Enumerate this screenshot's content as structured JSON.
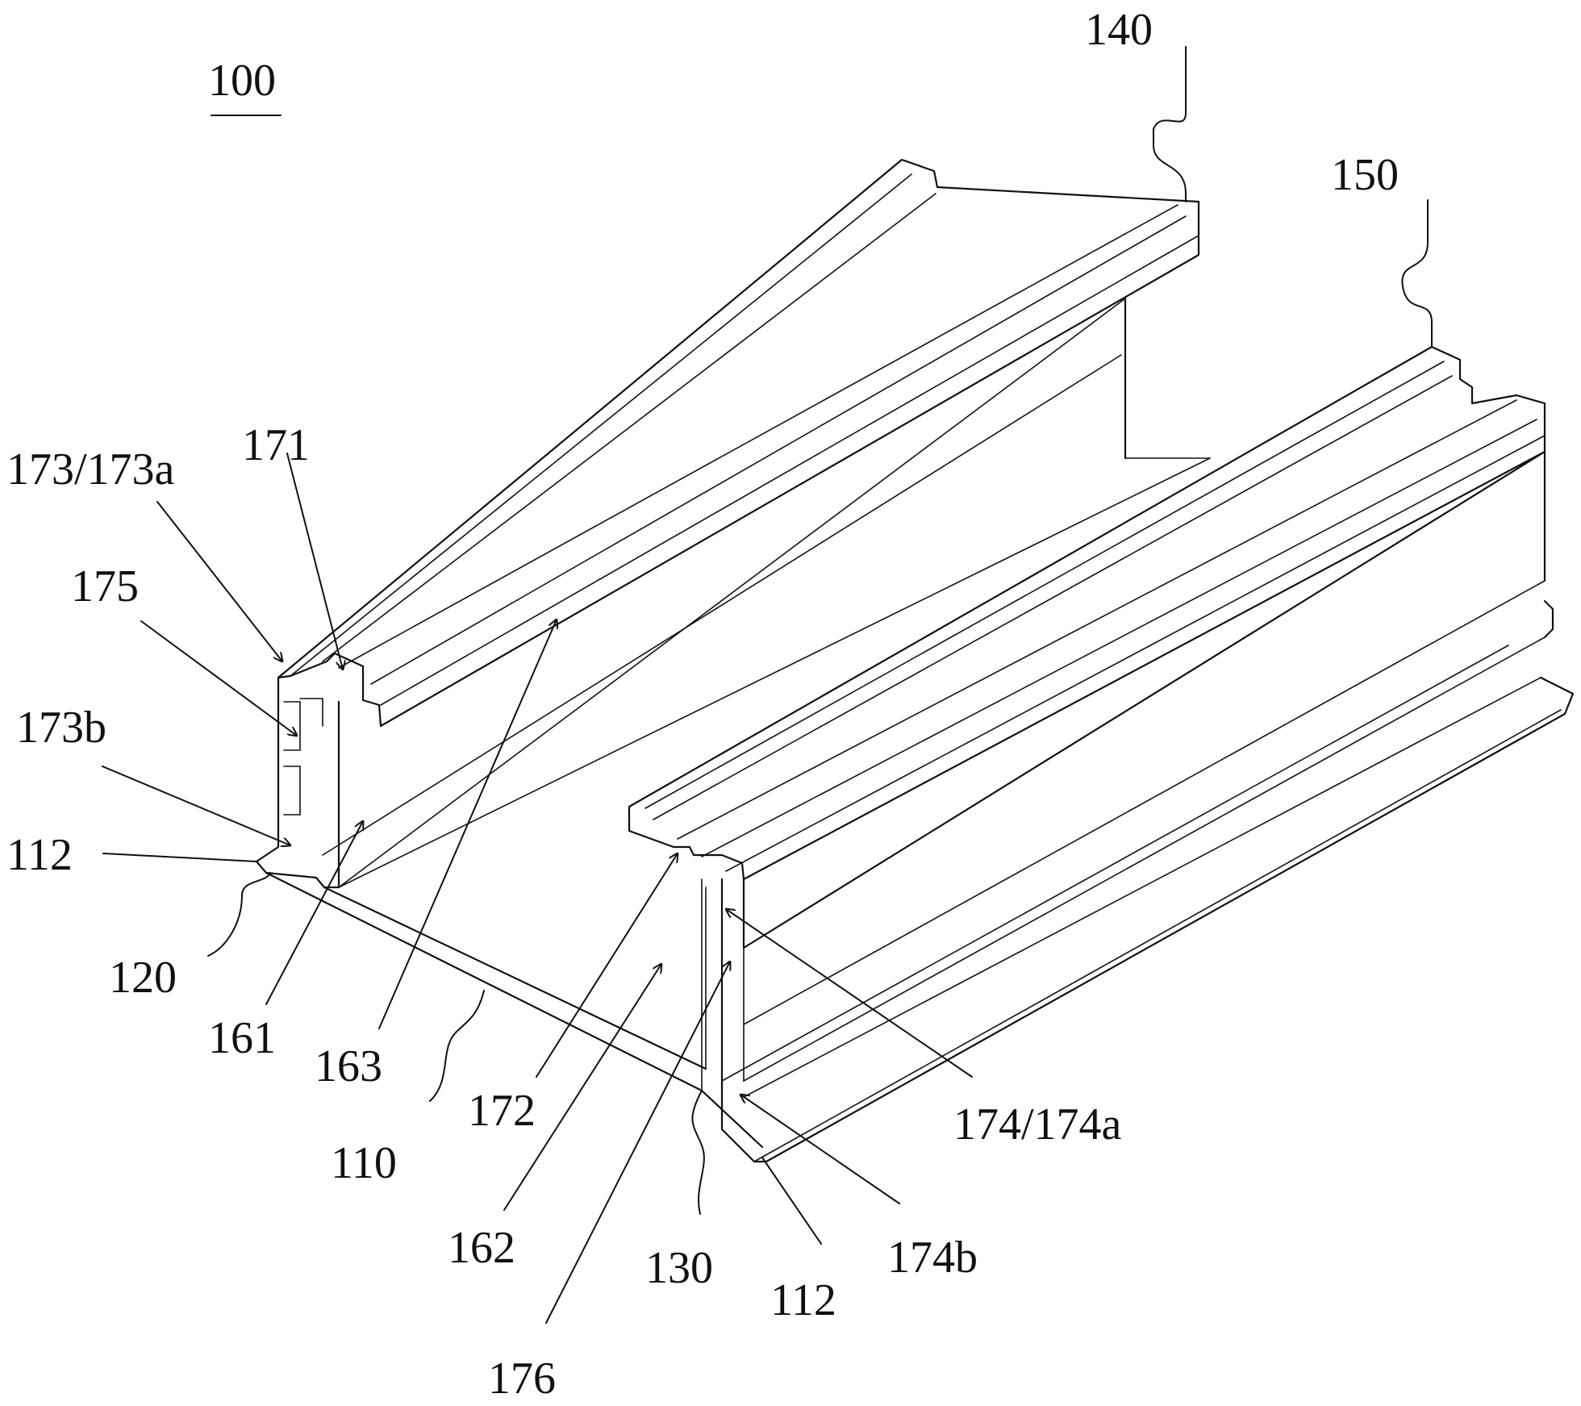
{
  "figure": {
    "ref_main": "100",
    "labels": {
      "l140": "140",
      "l150": "150",
      "l171": "171",
      "l173": "173/173a",
      "l175": "175",
      "l173b": "173b",
      "l112a": "112",
      "l120": "120",
      "l161": "161",
      "l163": "163",
      "l172": "172",
      "l110": "110",
      "l162": "162",
      "l174": "174/174a",
      "l130": "130",
      "l112b": "112",
      "l174b": "174b",
      "l176": "176"
    }
  }
}
